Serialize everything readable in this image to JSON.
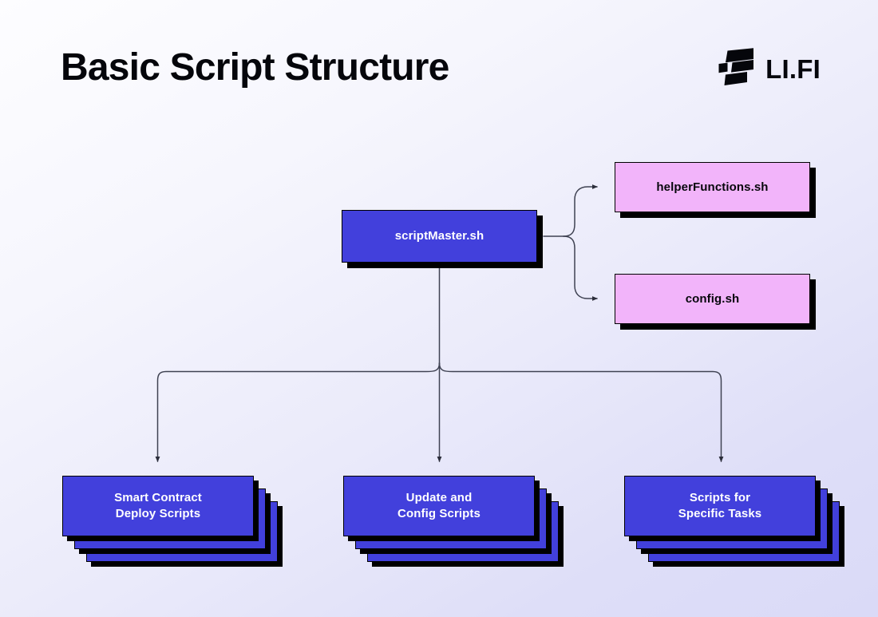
{
  "header": {
    "title": "Basic Script Structure",
    "brand_name": "LI.FI",
    "brand_mark_icon": "lifi-f-mark-icon"
  },
  "colors": {
    "blue": "#4240dc",
    "pink": "#f2b4fa",
    "text_dark": "#05060b",
    "text_light": "#ffffff",
    "shadow": "#000000",
    "connector": "#3f4252",
    "bg_top": "#fdfdff",
    "bg_bottom": "#dadaf7"
  },
  "diagram": {
    "root": {
      "label": "scriptMaster.sh",
      "style": "blue"
    },
    "side_nodes": [
      {
        "label": "helperFunctions.sh",
        "style": "pink"
      },
      {
        "label": "config.sh",
        "style": "pink"
      }
    ],
    "child_stacks": [
      {
        "line1": "Smart Contract",
        "line2": "Deploy Scripts",
        "style": "blue",
        "cards": 3
      },
      {
        "line1": "Update and",
        "line2": "Config Scripts",
        "style": "blue",
        "cards": 3
      },
      {
        "line1": "Scripts for",
        "line2": "Specific Tasks",
        "style": "blue",
        "cards": 3
      }
    ],
    "connector_icons": {
      "brace_right": "curly-brace-split-icon",
      "bus_down": "tree-branch-split-icon",
      "arrow": "arrowhead-icon"
    }
  }
}
